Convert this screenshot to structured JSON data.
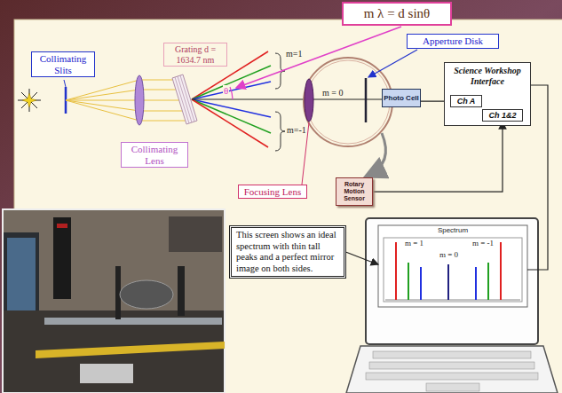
{
  "diagram": {
    "nodes": [
      {
        "text": [
          "m λ = d sinθ"
        ]
      },
      {
        "text": [
          "Apperture Disk"
        ]
      },
      {
        "text": [
          "Collimating Slits"
        ]
      },
      {
        "text": [
          "Grating d = 1634.7 nm"
        ]
      },
      {
        "text": [
          "Collimating Lens"
        ]
      },
      {
        "text": [
          "Focusing Lens"
        ]
      },
      {
        "text": [
          "Photo Cell"
        ]
      },
      {
        "text": [
          "Science Workshop Interface"
        ]
      },
      {
        "text": [
          "Ch A"
        ],
        "in": 7
      },
      {
        "text": [
          "Ch 1&2"
        ],
        "in": 7
      },
      {
        "text": [
          "Rotary Motion Sensor"
        ]
      },
      {
        "text": [
          "This screen shows an ideal spectrum with thin tall peaks and a perfect mirror image on both sides."
        ]
      },
      {
        "text": [
          "Spectrum"
        ]
      }
    ],
    "edges": [
      {
        "from": 6,
        "to": 8,
        "arrow": "none"
      },
      {
        "from": 10,
        "to": 9,
        "arrow": "to"
      },
      {
        "from": 7,
        "to": 12,
        "arrow": "none"
      },
      {
        "from": 11,
        "to": 12,
        "arrow": "to"
      }
    ],
    "labels": [
      "m=1",
      "θ",
      "m = 0",
      "m=-1",
      "m = 1",
      "m = -1",
      "m = 0"
    ]
  }
}
